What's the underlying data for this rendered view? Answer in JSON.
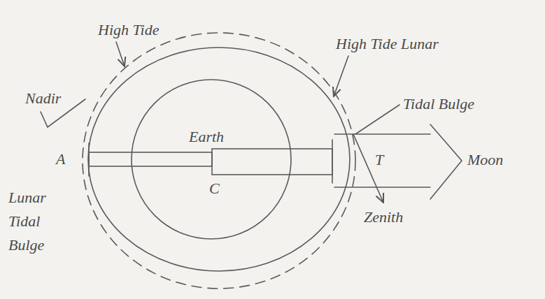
{
  "diagram": {
    "nodes": [
      {
        "text": [
          "Earth",
          "C"
        ]
      }
    ],
    "labels": [
      "High Tide",
      "Nadir",
      "High Tide Lunar",
      "Tidal Bulge",
      "A",
      "T",
      "Moon",
      "Zenith",
      "Lunar Tidal Bulge"
    ]
  }
}
